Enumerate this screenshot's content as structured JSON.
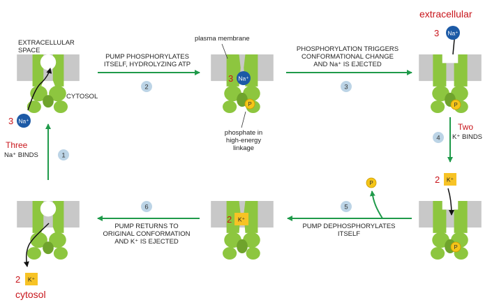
{
  "labels": {
    "extracellular_space": "EXTRACELLULAR\nSPACE",
    "cytosol_caps": "CYTOSOL",
    "plasma_membrane": "plasma membrane",
    "phosphate_note": "phosphate in\nhigh-energy\nlinkage",
    "extracellular_red": "extracellular",
    "cytosol_red": "cytosol"
  },
  "steps": [
    {
      "num": "1",
      "text": "Na⁺ BINDS",
      "red_prefix": "Three"
    },
    {
      "num": "2",
      "text": "PUMP PHOSPHORYLATES\nITSELF, HYDROLYZING ATP"
    },
    {
      "num": "3",
      "text": "PHOSPHORYLATION TRIGGERS\nCONFORMATIONAL CHANGE\nAND Na⁺ IS EJECTED"
    },
    {
      "num": "4",
      "text": "K⁺ BINDS",
      "red_prefix": "Two"
    },
    {
      "num": "5",
      "text": "PUMP DEPHOSPHORYLATES\nITSELF"
    },
    {
      "num": "6",
      "text": "PUMP RETURNS TO\nORIGINAL CONFORMATION\nAND K⁺ IS EJECTED"
    }
  ],
  "ions": {
    "na_label": "Na⁺",
    "k_label": "K⁺",
    "phosphate_label": "P",
    "na_count": "3",
    "k_count": "2"
  },
  "colors": {
    "membrane": "#c8c8c8",
    "pump": "#8dc63f",
    "pump_dark": "#6fa32c",
    "arrow": "#1f9a4a",
    "step_circle": "#bcd4e6",
    "na": "#1c5aa6",
    "k": "#f7c325",
    "phosphate": "#f5c518",
    "red": "#c8151b"
  }
}
